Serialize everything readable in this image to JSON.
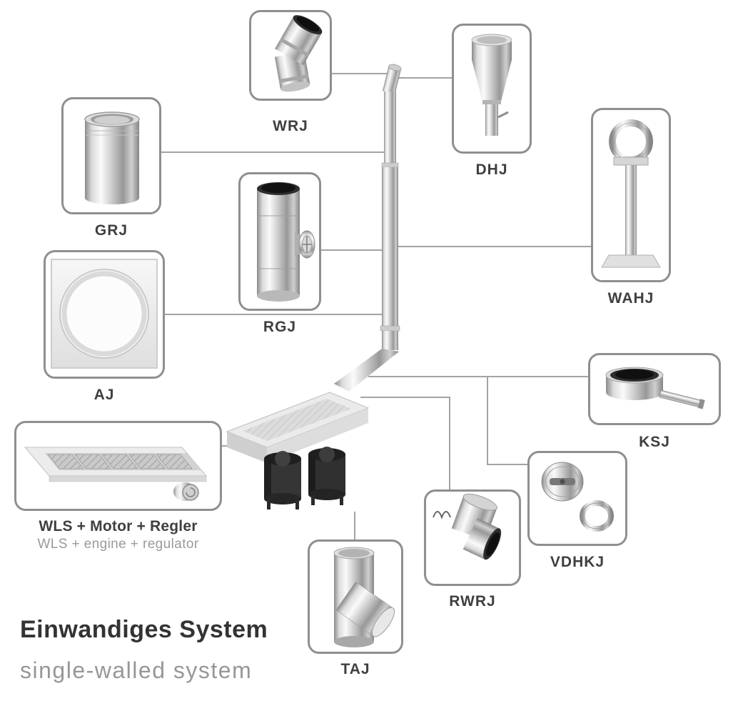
{
  "diagram": {
    "title_de": "Einwandiges System",
    "title_en": "single-walled system"
  },
  "colors": {
    "box_border": "#8f8f8f",
    "connector_line": "#a3a3a3",
    "label_text": "#3f3f3f",
    "muted_text": "#9a9a9a"
  },
  "components": [
    {
      "code": "WRJ",
      "image": "45-degree-elbow"
    },
    {
      "code": "DHJ",
      "image": "chimney-cowl"
    },
    {
      "code": "GRJ",
      "image": "straight-pipe-length"
    },
    {
      "code": "WAHJ",
      "image": "wall-support-stand"
    },
    {
      "code": "RGJ",
      "image": "pipe-with-damper-valve"
    },
    {
      "code": "AJ",
      "image": "wall-plate-collar"
    },
    {
      "code": "KSJ",
      "image": "condensate-collector-with-drain"
    },
    {
      "code": "WLS + Motor + Regler",
      "subtitle": "WLS + engine + regulator",
      "image": "extractor-hood-with-motor"
    },
    {
      "code": "VDHKJ",
      "image": "round-damper-valves"
    },
    {
      "code": "RWRJ",
      "image": "90-degree-inspection-elbow"
    },
    {
      "code": "TAJ",
      "image": "45-degree-tee-piece"
    }
  ]
}
